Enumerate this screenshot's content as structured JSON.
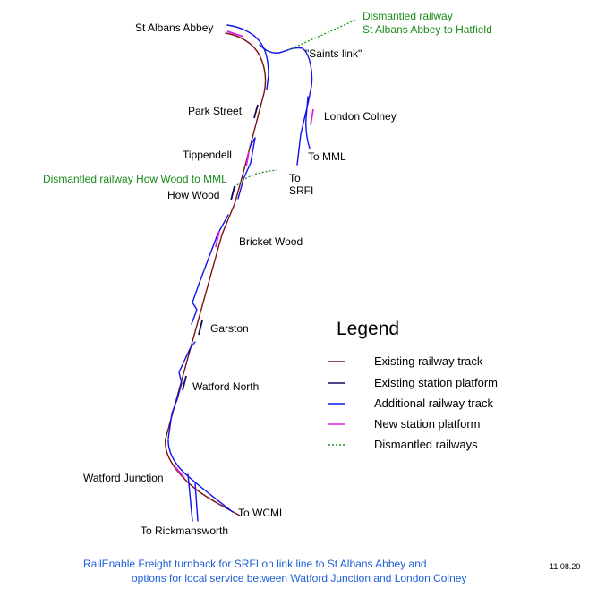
{
  "colors": {
    "existing_track": "#7a1010",
    "existing_platform": "#0b0b5e",
    "additional_track": "#1010f0",
    "new_platform": "#e020e0",
    "dismantled": "#1a8c1a",
    "caption": "#1f5fd6"
  },
  "stations": {
    "st_albans_abbey": "St Albans Abbey",
    "park_street": "Park Street",
    "london_colney": "London Colney",
    "tippendell": "Tippendell",
    "how_wood": "How Wood",
    "bricket_wood": "Bricket Wood",
    "garston": "Garston",
    "watford_north": "Watford North",
    "watford_junction": "Watford Junction"
  },
  "annotations": {
    "dismantled_hatfield_1": "Dismantled railway",
    "dismantled_hatfield_2": "St Albans Abbey to Hatfield",
    "saints_link": "\"Saints link\"",
    "to_mml": "To MML",
    "to_srfi_1": "To",
    "to_srfi_2": "SRFI",
    "dismantled_howwood": "Dismantled railway How Wood to MML",
    "to_wcml": "To WCML",
    "to_rickmansworth": "To Rickmansworth"
  },
  "legend": {
    "title": "Legend",
    "items": [
      {
        "label": "Existing railway track"
      },
      {
        "label": "Existing station platform"
      },
      {
        "label": "Additional railway track"
      },
      {
        "label": "New station platform"
      },
      {
        "label": "Dismantled railways"
      }
    ]
  },
  "caption": {
    "line1": "RailEnable  Freight turnback for SRFI on link line to St Albans Abbey and",
    "line2": "options for local service between Watford Junction and London Colney"
  },
  "date": "11.08.20"
}
